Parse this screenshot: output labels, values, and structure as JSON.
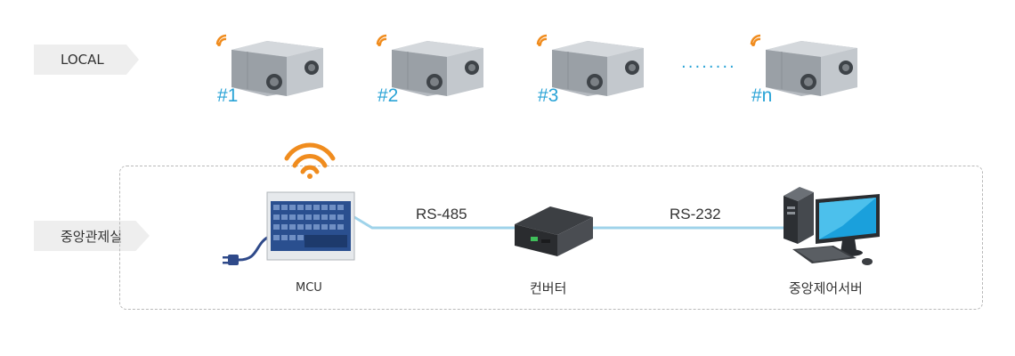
{
  "labels": {
    "local": "LOCAL",
    "central": "중앙관제실"
  },
  "units": [
    {
      "label": "#1"
    },
    {
      "label": "#2"
    },
    {
      "label": "#3"
    },
    {
      "label": "#n"
    }
  ],
  "ellipsis": "········",
  "connections": {
    "rs485": "RS-485",
    "rs232": "RS-232"
  },
  "devices": {
    "mcu": "MCU",
    "converter": "컨버터",
    "server": "중앙제어서버"
  },
  "colors": {
    "accent_blue": "#29a3d6",
    "wifi_orange": "#f08c1e",
    "line_blue": "#9fd3ea"
  }
}
